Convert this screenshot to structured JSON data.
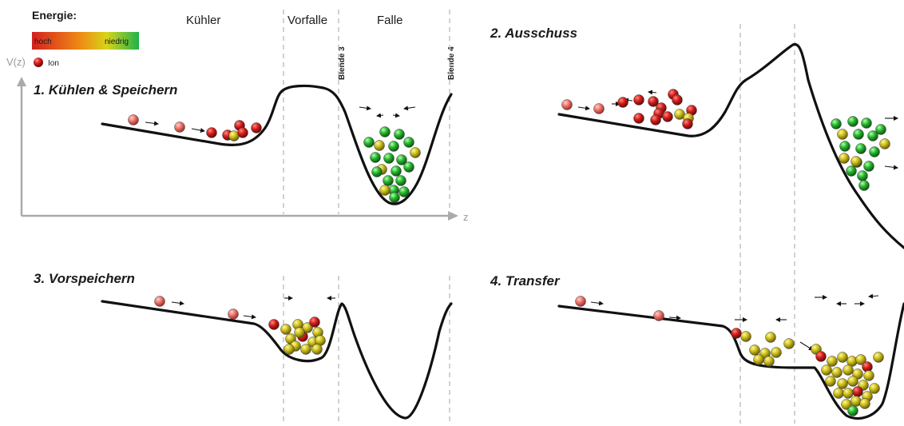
{
  "legend": {
    "title": "Energie:",
    "high_label": "hoch",
    "low_label": "niedrig",
    "ion_label": "Ion",
    "colors": {
      "high": "#cc1a1a",
      "mid": "#c9b81c",
      "low": "#22b24a"
    }
  },
  "axes": {
    "y_label": "V(z)",
    "x_label": "z"
  },
  "regions": {
    "cooler": "Kühler",
    "pretrap": "Vorfalle",
    "trap": "Falle"
  },
  "apertures": {
    "blende3": "Blende 3",
    "blende4": "Blende 4"
  },
  "panels": [
    {
      "title": "1. Kühlen & Speichern"
    },
    {
      "title": "2. Ausschuss"
    },
    {
      "title": "3. Vorspeichern"
    },
    {
      "title": "4. Transfer"
    }
  ]
}
